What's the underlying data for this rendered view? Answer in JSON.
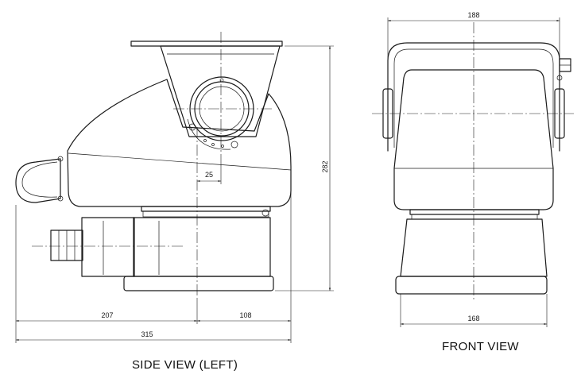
{
  "views": {
    "side": {
      "title": "SIDE VIEW (LEFT)",
      "dimensions": {
        "total_length": "315",
        "rear_part": "207",
        "front_part": "108",
        "height": "282",
        "axis_offset": "25"
      }
    },
    "front": {
      "title": "FRONT VIEW",
      "dimensions": {
        "top_width": "188",
        "base_width": "168"
      }
    }
  },
  "colors": {
    "line": "#1a1a1a",
    "background": "#ffffff"
  }
}
